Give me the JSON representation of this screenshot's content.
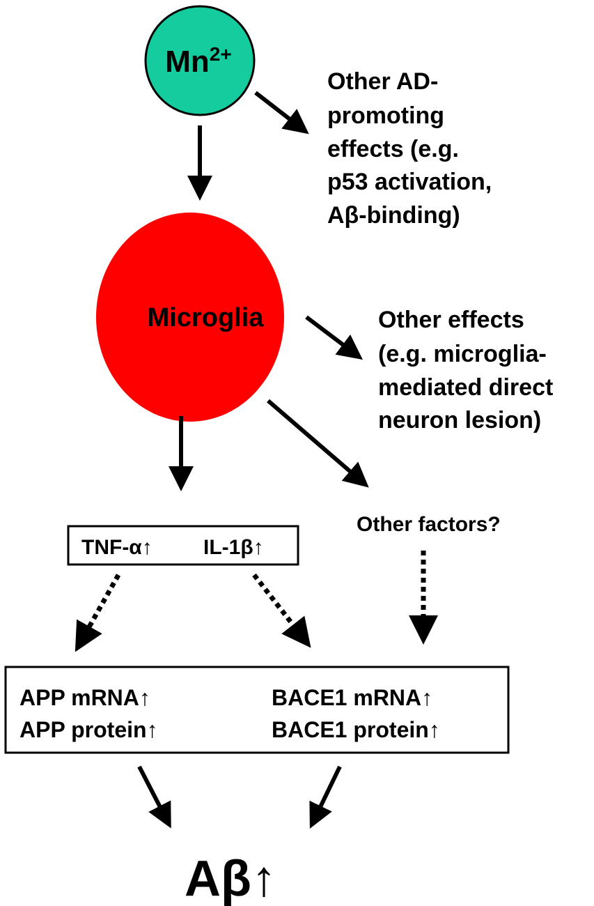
{
  "nodes": {
    "mn": {
      "label": "Mn",
      "superscript": "2+",
      "color": "#14CC9E"
    },
    "microglia": {
      "label": "Microglia",
      "color": "#FF0000"
    },
    "other_ad_effects": {
      "lines": [
        "Other AD-",
        "promoting",
        "effects (e.g.",
        "p53 activation,",
        "Aβ-binding)"
      ]
    },
    "other_effects": {
      "lines": [
        "Other effects",
        "(e.g. microglia-",
        "mediated direct",
        "neuron lesion)"
      ]
    },
    "cytokines": {
      "tnf": "TNF-α↑",
      "il1b": "IL-1β↑"
    },
    "other_factors": {
      "label": "Other factors?"
    },
    "app_bace": {
      "app_mrna": "APP mRNA↑",
      "app_protein": "APP protein↑",
      "bace1_mrna": "BACE1 mRNA↑",
      "bace1_protein": "BACE1 protein↑"
    },
    "abeta": {
      "label": "Aβ↑"
    }
  }
}
